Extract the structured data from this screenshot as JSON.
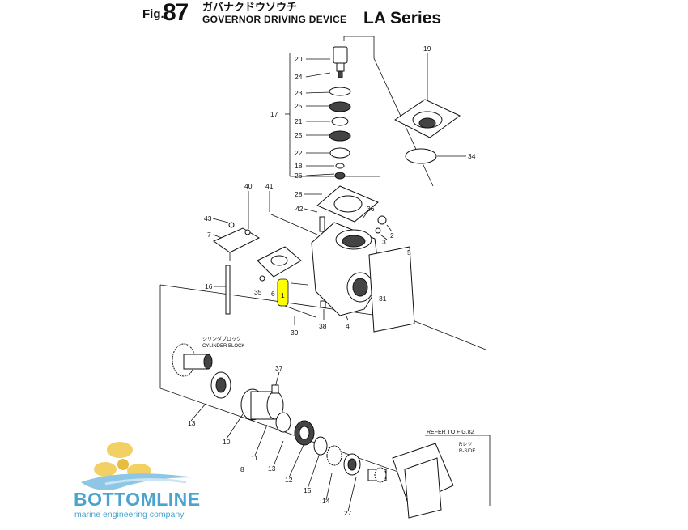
{
  "header": {
    "fig_prefix": "Fig.",
    "fig_number": "87",
    "title_jp": "ガバナクドウソウチ",
    "title_en": "GOVERNOR DRIVING DEVICE",
    "series": "LA Series"
  },
  "callouts": [
    "20",
    "24",
    "23",
    "25",
    "21",
    "25",
    "22",
    "18",
    "26",
    "17",
    "19",
    "34",
    "28",
    "40",
    "41",
    "42",
    "36",
    "43",
    "7",
    "2",
    "3",
    "5",
    "16",
    "35",
    "6",
    "1",
    "31",
    "39",
    "38",
    "4",
    "37",
    "13",
    "10",
    "11",
    "13",
    "8",
    "12",
    "15",
    "14",
    "27"
  ],
  "notes": {
    "cylinder_block_jp": "シリンダブロック",
    "cylinder_block_en": "CYLINDER BLOCK",
    "refer": "REFER TO FIG.82",
    "side_jp": "Rレツ",
    "side_en": "R-SIDE"
  },
  "logo": {
    "name": "BOTTOMLINE",
    "tagline": "marine engineering company",
    "colors": {
      "propeller": "#f2d063",
      "wave": "#8ec6e6",
      "text": "#4aa4cf"
    }
  },
  "highlight_color": "#ffff00"
}
